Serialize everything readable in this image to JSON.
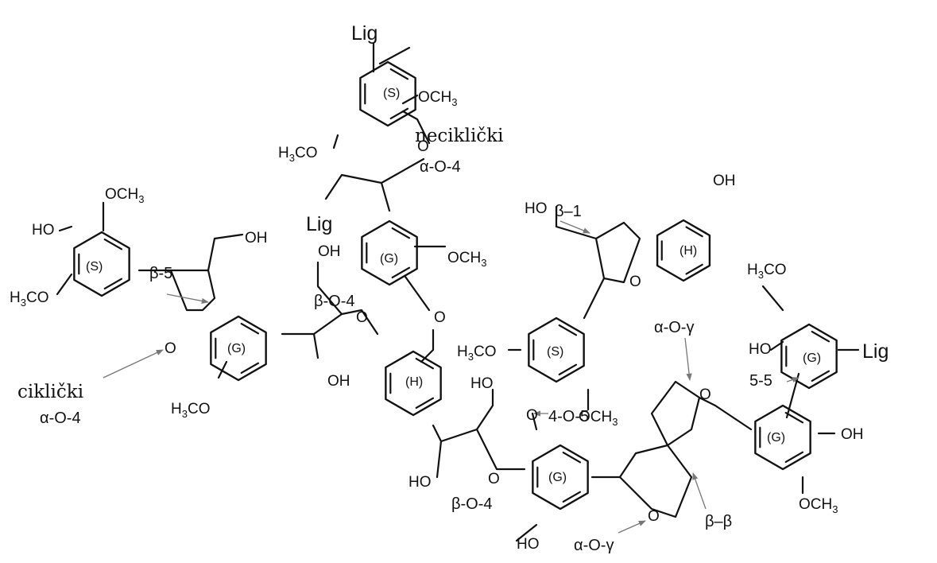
{
  "unit_labels": {
    "syringyl": "(S)",
    "guaiacyl": "(G)",
    "p_hydroxyphenyl": "(H)"
  },
  "end_group": "Lig",
  "linkages": {
    "noncyclic_title": "neciklički",
    "noncyclic_bond": "α-O-4",
    "cyclic_title": "ciklički",
    "cyclic_bond": "α-O-4",
    "beta_5": "β-5",
    "beta_O_4_upper": "β-O-4",
    "beta_O_4_lower": "β-O-4",
    "beta_1": "β–1",
    "four_O_5": "4-O-5",
    "alpha_O_gamma_upper": "α-O-γ",
    "alpha_O_gamma_lower": "α-O-γ",
    "beta_beta": "β–β",
    "five_5": "5-5"
  },
  "groups": {
    "methoxy": "OCH",
    "methoxy_left_prefix": "H",
    "methoxy_left_suffix": "CO",
    "methoxy_left_full": "CO",
    "hydroxyl": "OH",
    "hydroxyl_left": "HO",
    "oxygen": "O",
    "subscript_3": "3"
  },
  "colors": {
    "bond": "#111111",
    "arrow": "#777777",
    "background": "#ffffff"
  }
}
